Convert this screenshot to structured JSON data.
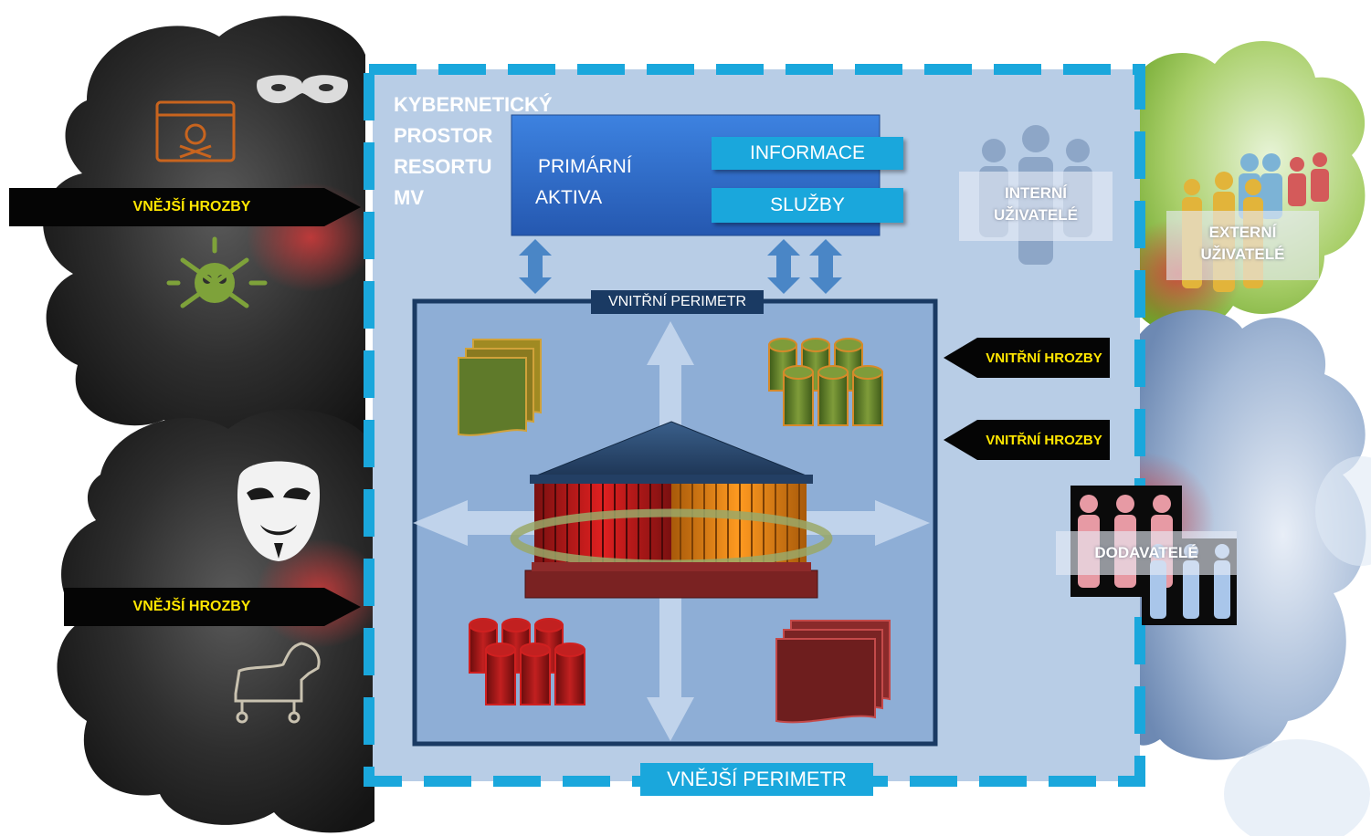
{
  "title": "KYBERNETICKÝ PROSTOR RESORTU MV",
  "title_lines": [
    "KYBERNETICKÝ",
    "PROSTOR",
    "RESORTU",
    "MV"
  ],
  "primary_assets": {
    "label_lines": [
      "PRIMÁRNÍ",
      "AKTIVA"
    ],
    "items": [
      "INFORMACE",
      "SLUŽBY"
    ]
  },
  "inner_perimeter": "VNITŘNÍ PERIMETR",
  "outer_perimeter": "VNĚJŠÍ PERIMETR",
  "external_threats": [
    "VNĚJŠÍ HROZBY",
    "VNĚJŠÍ HROZBY"
  ],
  "internal_threats": [
    "VNITŘNÍ HROZBY",
    "VNITŘNÍ HROZBY"
  ],
  "internal_users_lines": [
    "INTERNÍ",
    "UŽIVATELÉ"
  ],
  "external_users_lines": [
    "EXTERNÍ",
    "UŽIVATELÉ"
  ],
  "suppliers": "DODAVATELÉ",
  "icons": [
    "mask-icon",
    "malware-browser-icon",
    "virus-skull-icon",
    "anonymous-mask-icon",
    "trojan-horse-icon",
    "users-group-icon",
    "building-icon",
    "documents-icon",
    "database-icon"
  ],
  "colors": {
    "outer_dash": "#1aa7dc",
    "space_fill": "#b8cde6",
    "inner_border": "#1a3a63",
    "threat_text": "#ffe600",
    "primary_box": "#2f6fcf",
    "cyan": "#1aa7dc"
  }
}
